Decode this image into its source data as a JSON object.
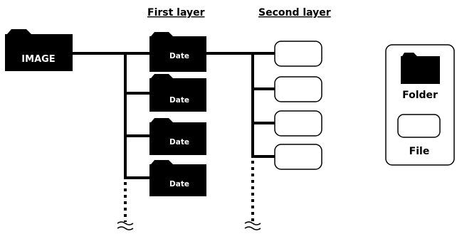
{
  "headers": {
    "first_layer": "First layer",
    "second_layer": "Second layer"
  },
  "root": {
    "label": "IMAGE",
    "icon": "folder-icon"
  },
  "first_layer": {
    "folders": [
      {
        "label": "Date",
        "icon": "folder-icon"
      },
      {
        "label": "Date",
        "icon": "folder-icon"
      },
      {
        "label": "Date",
        "icon": "folder-icon"
      },
      {
        "label": "Date",
        "icon": "folder-icon"
      }
    ],
    "continues": true
  },
  "second_layer": {
    "files": [
      {
        "icon": "file-icon"
      },
      {
        "icon": "file-icon"
      },
      {
        "icon": "file-icon"
      },
      {
        "icon": "file-icon"
      }
    ],
    "continues": true
  },
  "legend": {
    "folder_label": "Folder",
    "file_label": "File"
  },
  "colors": {
    "ink": "#000000",
    "background": "#ffffff"
  }
}
